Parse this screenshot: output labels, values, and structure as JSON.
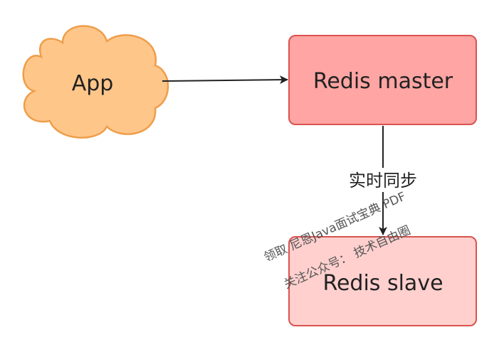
{
  "nodes": {
    "app": {
      "label": "App",
      "shape": "cloud",
      "fill": "#FFC68A",
      "stroke": "#EE9E4A"
    },
    "master": {
      "label": "Redis master",
      "shape": "rounded-rect",
      "fill": "#FFA5A3",
      "stroke": "#D9534F"
    },
    "slave": {
      "label": "Redis slave",
      "shape": "rounded-rect",
      "fill": "#FFD0CE",
      "stroke": "#D9534F"
    }
  },
  "edges": [
    {
      "from": "app",
      "to": "master",
      "label": ""
    },
    {
      "from": "master",
      "to": "slave",
      "label": "实时同步"
    }
  ],
  "watermark": {
    "line1": "领取 尼恩Java面试宝典 PDF",
    "line2": "关注公众号：  技术自由圈"
  },
  "colors": {
    "edge": "#222222",
    "text": "#222222"
  }
}
